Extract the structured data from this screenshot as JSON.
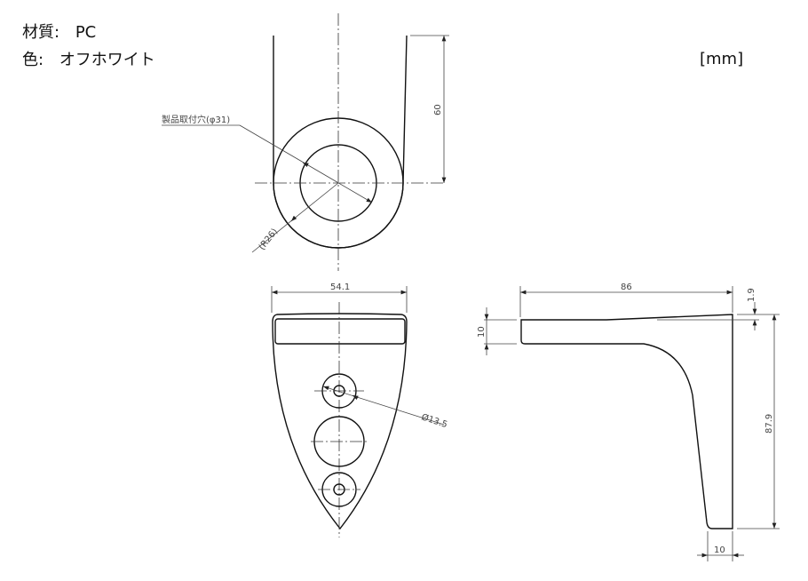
{
  "header": {
    "material_label": "材質:",
    "material_value": "PC",
    "color_label": "色:",
    "color_value": "オフホワイト",
    "unit": "[mm]"
  },
  "front_view": {
    "hole_label": "製品取付穴(φ31)",
    "radius_label": "(R26)",
    "height_dim": "60"
  },
  "bottom_view": {
    "width_dim": "54.1",
    "hole_dim": "Ø13.5"
  },
  "side_view": {
    "length_dim": "86",
    "thickness_dim": "10",
    "taper_dim": "1.9",
    "height_dim": "87.9",
    "base_dim": "10"
  }
}
